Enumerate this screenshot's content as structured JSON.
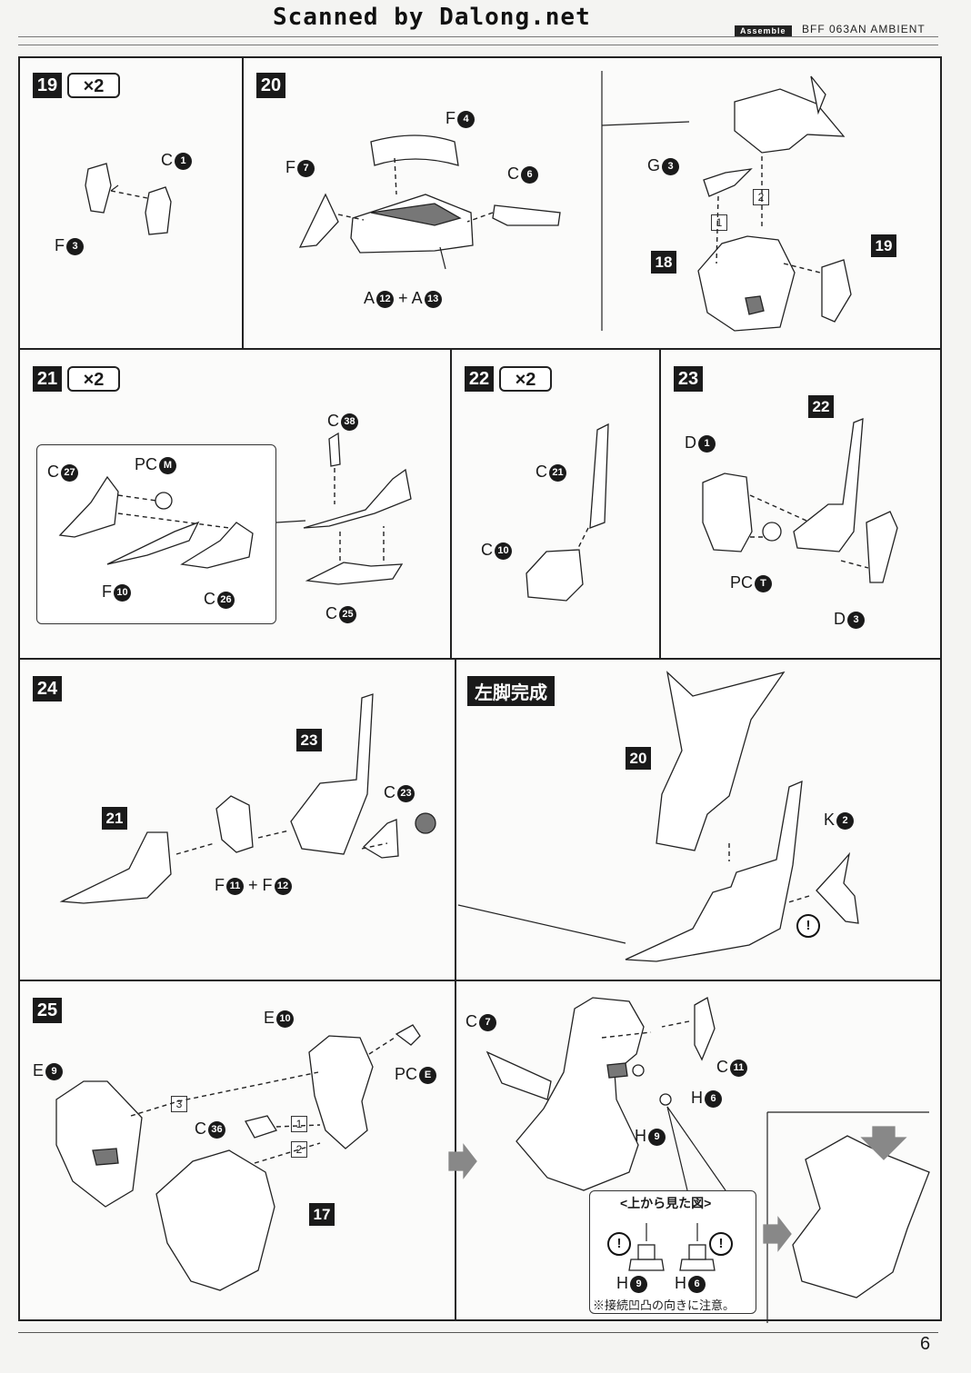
{
  "header": {
    "scan_credit": "Scanned by Dalong.net",
    "section_tag": "Assemble",
    "model_name": "BFF 063AN AMBIENT"
  },
  "steps": {
    "s19": {
      "num": "19",
      "mult": "×2",
      "p1": "C",
      "p1n": "1",
      "p2": "F",
      "p2n": "3"
    },
    "s20": {
      "num": "20",
      "p_f4": "F",
      "p_f4n": "4",
      "p_f7": "F",
      "p_f7n": "7",
      "p_c6": "C",
      "p_c6n": "6",
      "p_a12": "A",
      "p_a12n": "12",
      "plus": "+",
      "p_a13": "A",
      "p_a13n": "13",
      "p_g3": "G",
      "p_g3n": "3",
      "ref18": "18",
      "ref19": "19",
      "o1": "1",
      "o2": "2"
    },
    "s21": {
      "num": "21",
      "mult": "×2",
      "c27": "C",
      "c27n": "27",
      "pcm": "PC",
      "pcmn": "M",
      "f10": "F",
      "f10n": "10",
      "c26": "C",
      "c26n": "26",
      "c38": "C",
      "c38n": "38",
      "c25": "C",
      "c25n": "25"
    },
    "s22": {
      "num": "22",
      "mult": "×2",
      "c21": "C",
      "c21n": "21",
      "c10": "C",
      "c10n": "10"
    },
    "s23": {
      "num": "23",
      "ref22": "22",
      "d1": "D",
      "d1n": "1",
      "pct": "PC",
      "pctn": "T",
      "d3": "D",
      "d3n": "3"
    },
    "s24": {
      "num": "24",
      "ref23": "23",
      "ref21": "21",
      "c23": "C",
      "c23n": "23",
      "f11": "F",
      "f11n": "11",
      "plus": "+",
      "f12": "F",
      "f12n": "12"
    },
    "complete": {
      "label": "左脚完成",
      "ref20": "20",
      "k2": "K",
      "k2n": "2",
      "warn": "!"
    },
    "s25": {
      "num": "25",
      "e9": "E",
      "e9n": "9",
      "e10": "E",
      "e10n": "10",
      "pce": "PC",
      "pcen": "E",
      "c36": "C",
      "c36n": "36",
      "ref17": "17",
      "o1": "1",
      "o2": "2",
      "o3": "3",
      "c7": "C",
      "c7n": "7",
      "c11": "C",
      "c11n": "11",
      "h6": "H",
      "h6n": "6",
      "h9": "H",
      "h9n": "9",
      "topview": "<上から見た図>",
      "h9b": "H",
      "h9bn": "9",
      "h6b": "H",
      "h6bn": "6",
      "note": "※接続凹凸の向きに注意。",
      "warn": "!"
    }
  },
  "footer": {
    "page": "6"
  }
}
